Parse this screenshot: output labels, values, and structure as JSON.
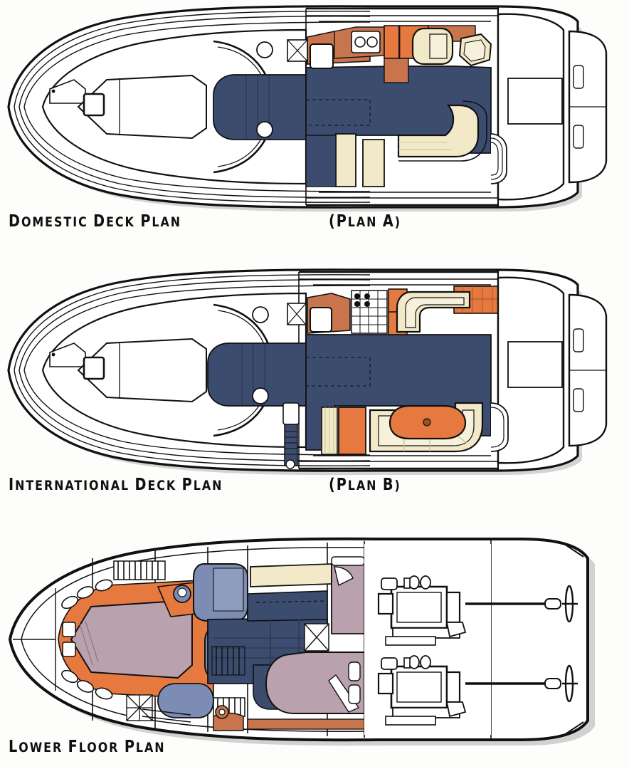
{
  "document": {
    "kind": "boat-deck-plan-drawings",
    "background_color": "#fdfdfb",
    "line_color": "#111111"
  },
  "palette": {
    "navy": "#3c4c6e",
    "navy_dark": "#2f3c59",
    "cream": "#f2e9c8",
    "cream_light": "#f7f1dc",
    "orange": "#e5793f",
    "terracotta": "#c8754e",
    "mauve": "#b9a1ae",
    "periwinkle": "#7c8cb2",
    "hull_white": "#ffffff",
    "outline": "#111111",
    "shadow": "#bdbdbd"
  },
  "plans": [
    {
      "id": "plan-a",
      "caption": "Domestic Deck Plan",
      "caption_words": [
        "Domestic",
        "Deck",
        "Plan"
      ],
      "variant": "(Plan A)",
      "variant_words": [
        "(Plan",
        "A)"
      ],
      "view": "deck",
      "orientation": "bow-left",
      "features": [
        "anchor locker",
        "foredeck sunpad",
        "hatch",
        "windshield",
        "helm station",
        "galley counter",
        "L-shaped settee",
        "cockpit sole",
        "transom door",
        "swim platform"
      ]
    },
    {
      "id": "plan-b",
      "caption": "International Deck Plan",
      "caption_words": [
        "International",
        "Deck",
        "Plan"
      ],
      "variant": "(Plan B)",
      "variant_words": [
        "(Plan",
        "B)"
      ],
      "view": "deck",
      "orientation": "bow-left",
      "features": [
        "anchor locker",
        "foredeck sunpad",
        "hatch",
        "windshield",
        "helm station",
        "galley",
        "U-shaped dinette",
        "oval table",
        "cockpit sole",
        "transom door",
        "swim platform"
      ]
    },
    {
      "id": "plan-c",
      "caption": "Lower Floor Plan",
      "caption_words": [
        "Lower",
        "Floor",
        "Plan"
      ],
      "variant": "",
      "variant_words": [],
      "view": "lower-deck",
      "orientation": "bow-left",
      "features": [
        "forward V-berth",
        "hanging locker",
        "head compartment",
        "shower",
        "mid cabin berth",
        "companionway steps",
        "engine room",
        "port engine",
        "starboard engine",
        "propeller shafts",
        "propellers"
      ]
    }
  ]
}
